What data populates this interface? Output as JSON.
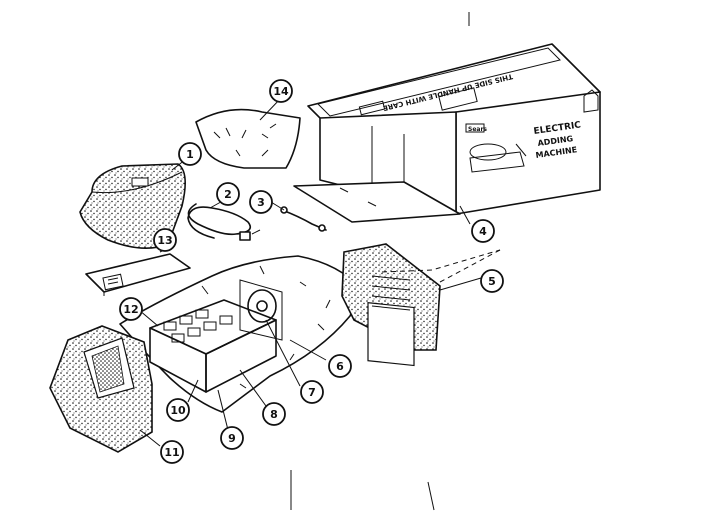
{
  "diagram": {
    "box_labels": {
      "brand": "Sears",
      "line1": "ELECTRIC",
      "line2": "ADDING",
      "line3": "MACHINE",
      "top_text": "THIS SIDE UP HANDLE WITH CARE"
    },
    "callouts": [
      {
        "id": "1",
        "part": "dust-cover"
      },
      {
        "id": "2",
        "part": "power-cord"
      },
      {
        "id": "3",
        "part": "packing-strap"
      },
      {
        "id": "4",
        "part": "shipping-carton"
      },
      {
        "id": "5",
        "part": "rear-packing-insert"
      },
      {
        "id": "6",
        "part": "packing-bag"
      },
      {
        "id": "7",
        "part": "adding-machine-mechanism"
      },
      {
        "id": "8",
        "part": "machine-base"
      },
      {
        "id": "9",
        "part": "bottom-packing"
      },
      {
        "id": "10",
        "part": "outer-wrap"
      },
      {
        "id": "11",
        "part": "front-packing-insert"
      },
      {
        "id": "12",
        "part": "keyboard-frame"
      },
      {
        "id": "13",
        "part": "instruction-book"
      },
      {
        "id": "14",
        "part": "accessory-bag"
      }
    ]
  }
}
